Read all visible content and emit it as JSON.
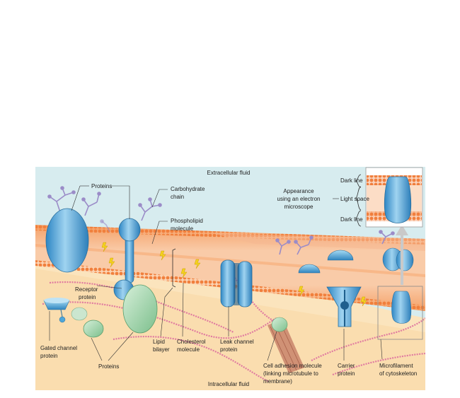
{
  "regions": {
    "extracellular": "Extracellular fluid",
    "intracellular": "Intracellular fluid"
  },
  "labels": {
    "proteins_top": "Proteins",
    "carbohydrate_1": "Carbohydrate",
    "carbohydrate_2": "chain",
    "phospholipid_1": "Phospholipid",
    "phospholipid_2": "molecule",
    "receptor_1": "Receptor",
    "receptor_2": "protein",
    "gated_1": "Gated channel",
    "gated_2": "protein",
    "proteins_bottom": "Proteins",
    "lipid_1": "Lipid",
    "lipid_2": "bilayer",
    "cholesterol_1": "Cholesterol",
    "cholesterol_2": "molecule",
    "leak_1": "Leak channel",
    "leak_2": "protein",
    "adhesion_1": "Cell adhesion molecule",
    "adhesion_2": "(linking microtubule to",
    "adhesion_3": "membrane)",
    "carrier_1": "Carrier",
    "carrier_2": "protein",
    "microfilament_1": "Microfilament",
    "microfilament_2": "of cytoskeleton"
  },
  "em_inset": {
    "appearance_1": "Appearance",
    "appearance_2": "using an electron",
    "appearance_3": "microscope",
    "dark_line_top": "Dark line",
    "light_space": "Light space",
    "dark_line_bottom": "Dark line"
  },
  "colors": {
    "extracellular": "#cfe8ec",
    "intracellular": "#fbe3b9",
    "membrane": "#f28c4e",
    "membrane_light": "#f7b58a",
    "protein_blue": "#4fa6d8",
    "protein_green": "#a9d6b0",
    "carbohydrate": "#9b8cc8",
    "cholesterol": "#f5d21f",
    "microfilament": "#e07aa0"
  }
}
